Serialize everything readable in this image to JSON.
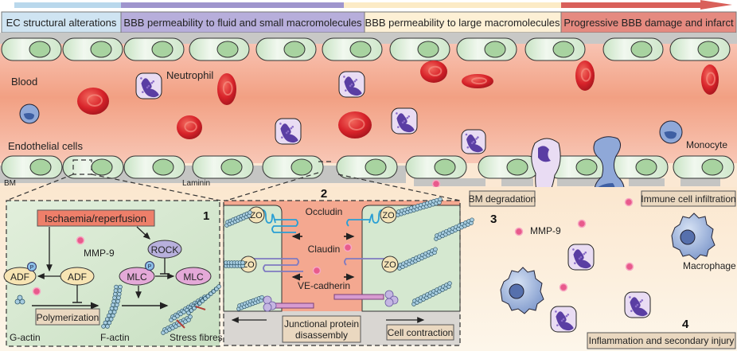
{
  "timeline": {
    "stages": [
      {
        "label": "EC structural alterations",
        "color": "#cfe4f2"
      },
      {
        "label": "BBB permeability to fluid and small macromolecules",
        "color": "#b7aedb"
      },
      {
        "label": "BBB permeability to large macromolecules",
        "color": "#fdf0d5"
      },
      {
        "label": "Progressive BBB damage and infarct",
        "color": "#e58a80"
      }
    ],
    "arrow_colors": [
      "#b9d8ec",
      "#9f95cd",
      "#fcebc6",
      "#d9605a"
    ]
  },
  "vessel": {
    "labels": {
      "blood": "Blood",
      "neutrophil": "Neutrophil",
      "endothelial_cells": "Endothelial cells",
      "bm": "BM",
      "laminin": "Laminin",
      "monocyte": "Monocyte"
    },
    "colors": {
      "blood": "#f4a990",
      "endothelial": "#d7ebd3",
      "nucleus": "#a8d3a0",
      "basement_membrane": "#c5c5c3",
      "rbc": "#d9262a",
      "neutrophil": "#e9dcf3",
      "neutrophil_nucleus": "#5a3ea3",
      "monocyte": "#8fa8d8"
    }
  },
  "panel1": {
    "number": "1",
    "trigger": "Ischaemia/reperfusion",
    "mmp9": "MMP-9",
    "rock": "ROCK",
    "adf": "ADF",
    "mlc": "MLC",
    "phospho": "P",
    "polymerization": "Polymerization",
    "g_actin": "G-actin",
    "f_actin": "F-actin",
    "stress_fibres": "Stress fibres"
  },
  "panel2": {
    "number": "2",
    "occludin": "Occludin",
    "claudin": "Claudin",
    "ve_cadherin": "VE-cadherin",
    "zo": "ZO",
    "junctional": [
      "Junctional protein",
      "disassembly"
    ],
    "contraction": "Cell contraction"
  },
  "panel34": {
    "number3": "3",
    "number4": "4",
    "bm_degradation": "BM degradation",
    "immune_infiltration": "Immune cell infiltration",
    "mmp9": "MMP-9",
    "macrophage": "Macrophage",
    "inflammation": "Inflammation and secondary injury"
  }
}
